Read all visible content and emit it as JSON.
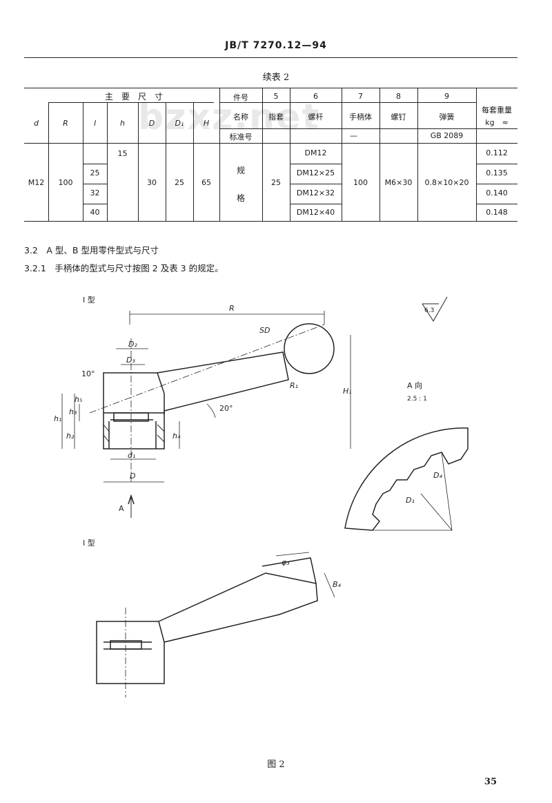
{
  "header": {
    "standard_code": "JB/T 7270.12—94"
  },
  "table": {
    "title": "续表 2",
    "group_header": "主　要　尺　寸",
    "col_numbers": [
      "件号",
      "5",
      "6",
      "7",
      "8",
      "9"
    ],
    "name_row": [
      "名称",
      "指套",
      "螺杆",
      "手柄体",
      "螺钉",
      "弹簧"
    ],
    "std_row": [
      "标准号",
      "—",
      "GB 2089"
    ],
    "weight_header": "每套重量",
    "weight_unit": "kg　≈",
    "dim_headers": [
      "d",
      "R",
      "l",
      "h",
      "D",
      "D₁",
      "H"
    ],
    "row": {
      "d": "M12",
      "R": "100",
      "l_values": [
        "25",
        "32",
        "40"
      ],
      "h": "15",
      "D": "30",
      "D1": "25",
      "H": "65",
      "part5": "25",
      "part6": [
        "DM12",
        "DM12×25",
        "DM12×32",
        "DM12×40"
      ],
      "part7": "100",
      "part8": "M6×30",
      "part9": "0.8×10×20",
      "weights": [
        "0.112",
        "0.135",
        "0.140",
        "0.148"
      ],
      "merged_label_1": "规",
      "merged_label_2": "格"
    }
  },
  "watermark": "bzxz.net",
  "sections": {
    "s32": "3.2　A 型、B 型用零件型式与尺寸",
    "s321": "3.2.1　手柄体的型式与尺寸按图 2 及表 3 的规定。"
  },
  "figure": {
    "typeA_label": "I 型",
    "typeB_label": "I 型",
    "labels": {
      "R": "R",
      "SD": "SD",
      "H1": "H₁",
      "R1": "R₁",
      "D2": "D₂",
      "D3": "D₃",
      "h1": "h₁",
      "h2": "h₂",
      "h3": "h₃",
      "h4": "h₄",
      "h5": "h₅",
      "d1": "d₁",
      "D": "D",
      "angle10": "10°",
      "angle20": "20°",
      "A_arrow": "A",
      "view_title": "A 向",
      "view_scale": "2.5 : 1",
      "Da": "D₄",
      "Db": "D₁",
      "roughness": "6.3",
      "phi": "φ₃",
      "B4": "B₄"
    },
    "caption": "图 2"
  },
  "page_number": "35"
}
